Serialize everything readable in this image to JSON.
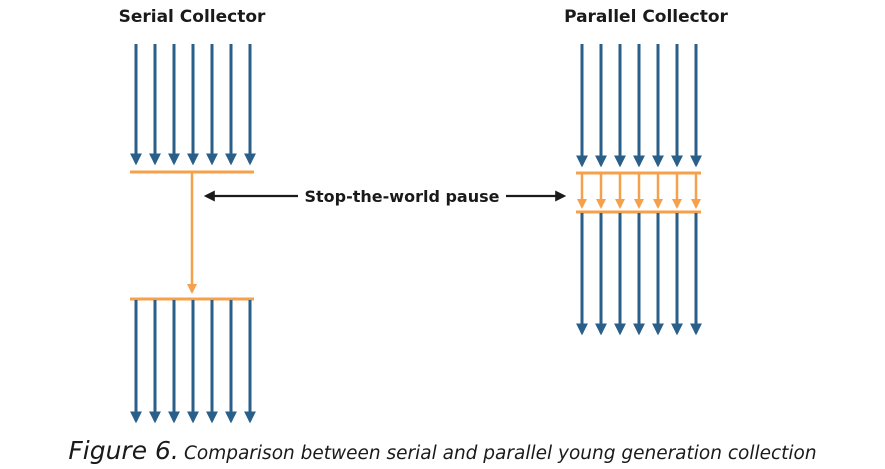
{
  "diagram": {
    "serial_title": "Serial Collector",
    "parallel_title": "Parallel Collector",
    "pause_label": "Stop-the-world pause"
  },
  "caption": {
    "label": "Figure 6.",
    "text": "Comparison between serial and parallel young generation collection"
  },
  "colors": {
    "thread_arrow": "#2a5f8a",
    "gc_orange": "#f5a04a",
    "text": "#1a1a1a",
    "background": "#ffffff"
  }
}
